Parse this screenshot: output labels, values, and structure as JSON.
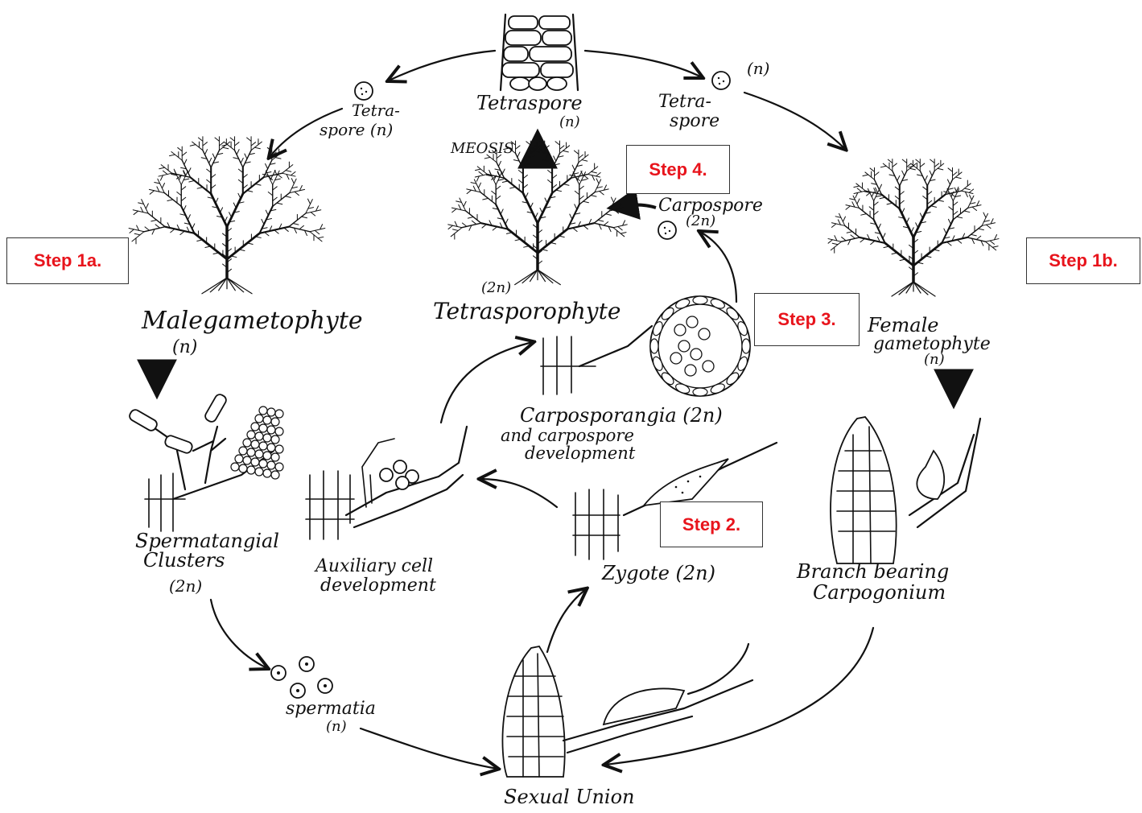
{
  "colors": {
    "ink": "#111111",
    "step_label": "#e8141c",
    "box_border": "#333333",
    "background": "#ffffff"
  },
  "steps": {
    "step_1a": "Step 1a.",
    "step_1b": "Step 1b.",
    "step_2": "Step 2.",
    "step_3": "Step 3.",
    "step_4": "Step 4."
  },
  "labels": {
    "tetraspore_top": "Tetraspore",
    "tetraspore_top_ploidy": "(n)",
    "tetraspore_left_1": "Tetra-",
    "tetraspore_left_2": "spore (n)",
    "tetraspore_right_1": "Tetra-",
    "tetraspore_right_2": "spore",
    "tetraspore_right_ploidy": "(n)",
    "meiosis": "MEOSIS",
    "carpospore": "Carpospore",
    "carpospore_ploidy": "(2n)",
    "tetrasporophyte_ploidy": "(2n)",
    "tetrasporophyte": "Tetrasporophyte",
    "male_gametophyte": "Malegametophyte",
    "male_gametophyte_ploidy": "(n)",
    "female_gametophyte_1": "Female",
    "female_gametophyte_2": "gametophyte",
    "female_gametophyte_ploidy": "(n)",
    "carposporangia_1": "Carposporangia (2n)",
    "carposporangia_2": "and carpospore",
    "carposporangia_3": "development",
    "spermatangial_1": "Spermatangial",
    "spermatangial_2": "Clusters",
    "spermatangial_ploidy": "(2n)",
    "auxiliary_1": "Auxiliary cell",
    "auxiliary_2": "development",
    "zygote": "Zygote (2n)",
    "branch_1": "Branch bearing",
    "branch_2": "Carpogonium",
    "spermatia": "spermatia",
    "spermatia_ploidy": "(n)",
    "sexual_union": "Sexual Union"
  },
  "icons": [
    "tetraspore-cell-icon",
    "thallus-plant-icon",
    "carpospore-cell-icon",
    "cycle-arrow-icon"
  ]
}
